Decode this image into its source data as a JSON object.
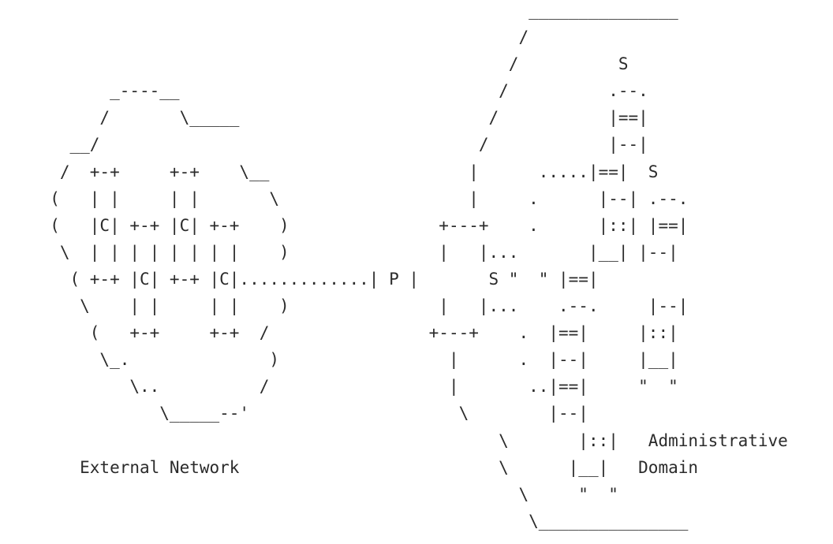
{
  "diagram": {
    "lines": [
      "                                                     _______________",
      "                                                    /",
      "                                                   /          S",
      "           _----__                                /          .--.",
      "          /       \\_____                         /           |==|",
      "       __/                                      /            |--|",
      "      /  +-+     +-+    \\__                    |      .....|==|  S",
      "     (   | |     | |       \\                   |     .      |--| .--.",
      "     (   |C| +-+ |C| +-+    )               +---+    .      |::| |==|",
      "      \\  | | | | | | | |    )               |   |...       |__| |--|",
      "       ( +-+ |C| +-+ |C|.............| P |       S \"  \" |==|",
      "        \\    | |     | |    )               |   |...    .--.     |--|",
      "         (   +-+     +-+  /                +---+    .  |==|     |::|",
      "          \\_.              )                 |      .  |--|     |__|",
      "             \\..          /                  |       ..|==|     \"  \"",
      "                \\_____--'                     \\        |--|",
      "                                                  \\       |::|   Administrative",
      "        External Network                          \\      |__|   Domain",
      "                                                    \\     \"  \"",
      "                                                     \\_______________"
    ]
  }
}
